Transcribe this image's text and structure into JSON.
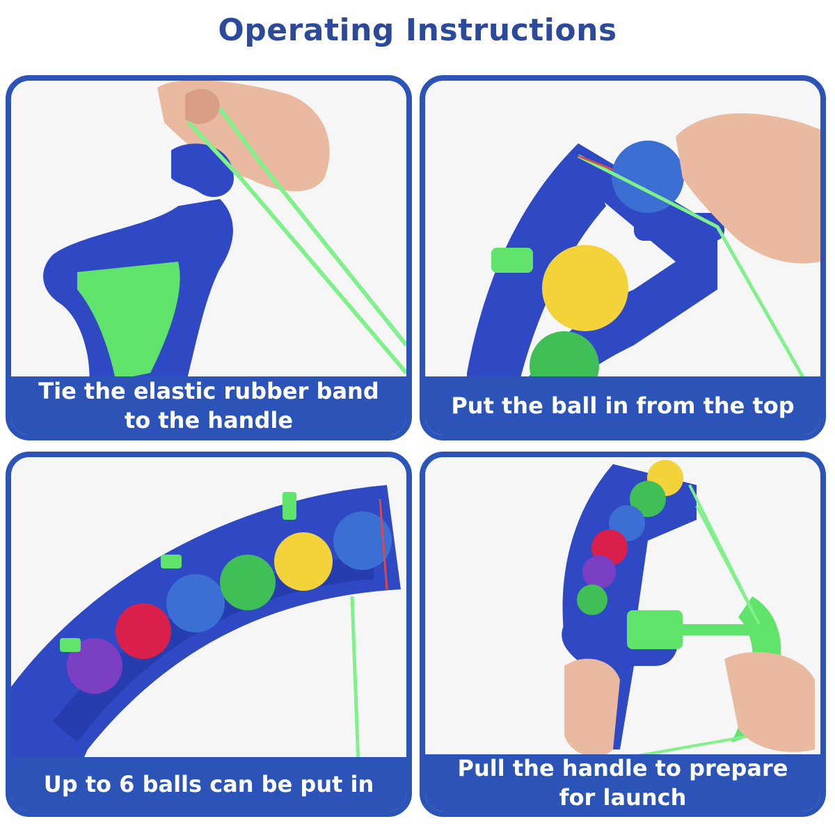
{
  "title": "Operating Instructions",
  "colors": {
    "brand_blue": "#2c54b8",
    "title_blue": "#2d4a9a",
    "toy_blue": "#2f49c4",
    "toy_green": "#5fe36a"
  },
  "panels": [
    {
      "caption": "Tie the elastic rubber band to the handle"
    },
    {
      "caption": "Put the ball in from the top"
    },
    {
      "caption": "Up to 6 balls can be put in"
    },
    {
      "caption": "Pull the handle to prepare for launch"
    }
  ]
}
